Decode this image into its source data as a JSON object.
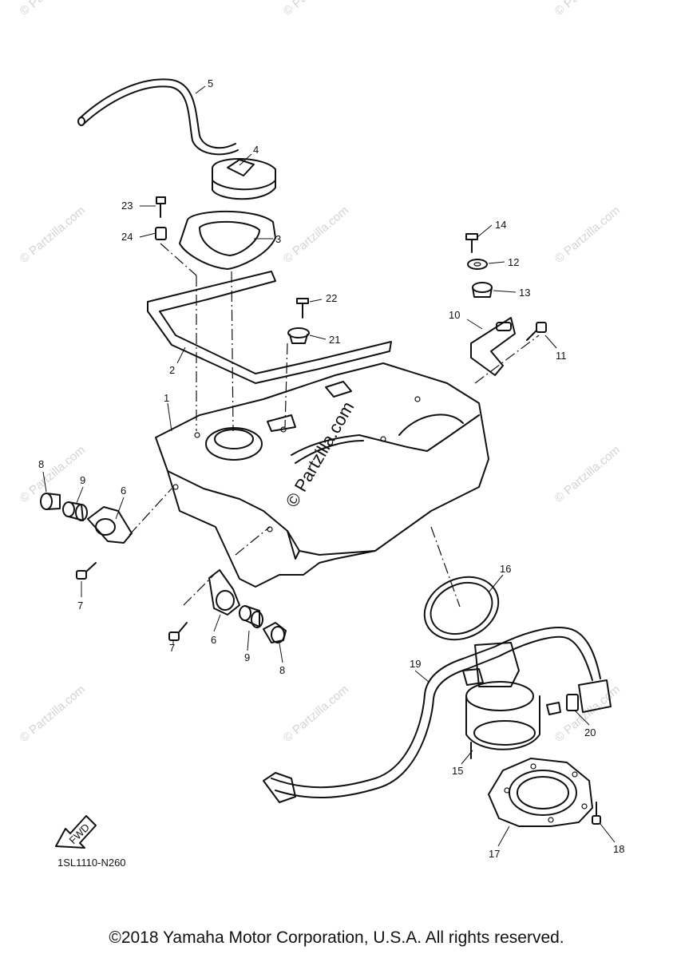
{
  "diagram": {
    "code": "1SL1110-N260",
    "fwd_label": "FWD",
    "watermark_small": "© Partzilla.com",
    "watermark_center": "© Partzilla.com",
    "copyright": "©2018 Yamaha Motor Corporation, U.S.A. All rights reserved.",
    "callouts": [
      "1",
      "2",
      "3",
      "4",
      "5",
      "6",
      "6",
      "7",
      "7",
      "8",
      "8",
      "9",
      "9",
      "10",
      "11",
      "12",
      "13",
      "14",
      "15",
      "16",
      "17",
      "18",
      "19",
      "20",
      "21",
      "22",
      "23",
      "24"
    ]
  }
}
